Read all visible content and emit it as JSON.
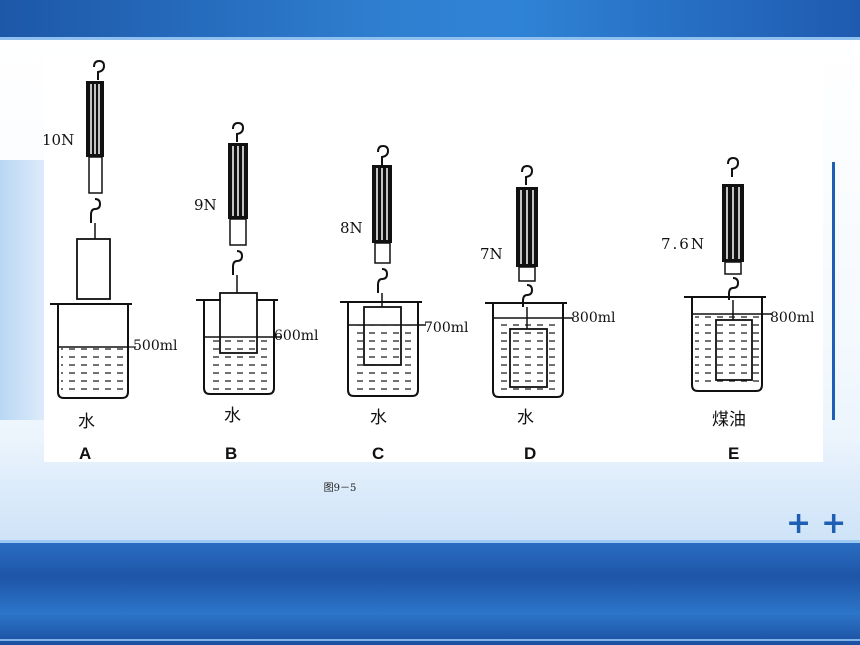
{
  "caption": "图9－5",
  "panels": [
    {
      "letter": "A",
      "force": "10N",
      "volume": "500ml",
      "liquid": "水"
    },
    {
      "letter": "B",
      "force": "9N",
      "volume": "600ml",
      "liquid": "水"
    },
    {
      "letter": "C",
      "force": "8N",
      "volume": "700ml",
      "liquid": "水"
    },
    {
      "letter": "D",
      "force": "7N",
      "volume": "800ml",
      "liquid": "水"
    },
    {
      "letter": "E",
      "force": "7.6N",
      "volume": "800ml",
      "liquid": "煤油"
    }
  ],
  "colors": {
    "band": "#1e55a7",
    "ink": "#111111"
  }
}
